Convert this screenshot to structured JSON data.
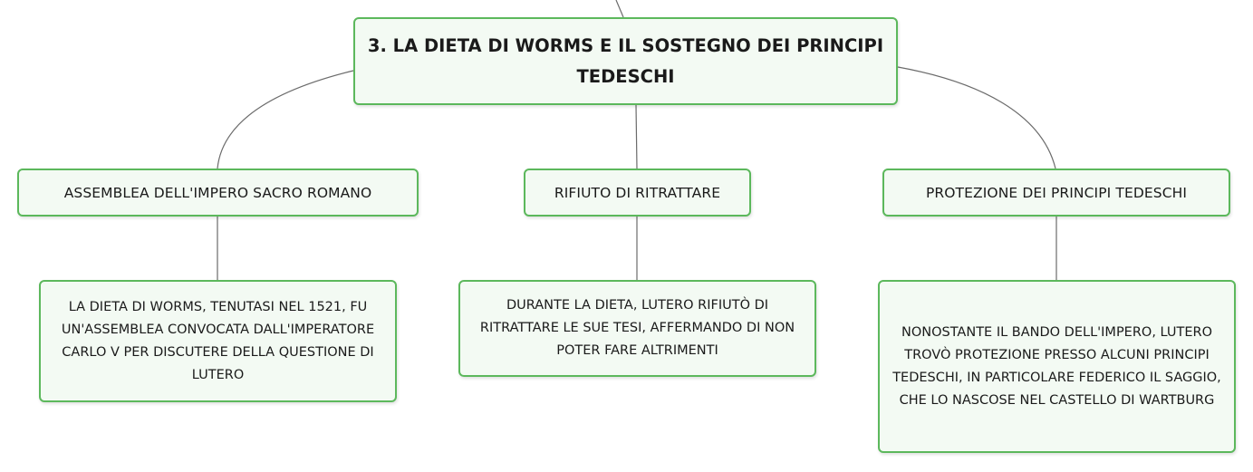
{
  "diagram": {
    "root": {
      "title": "3. LA DIETA DI WORMS E IL SOSTEGNO DEI PRINCIPI TEDESCHI"
    },
    "branches": [
      {
        "label": "ASSEMBLEA DELL'IMPERO SACRO ROMANO",
        "detail": "LA DIETA DI WORMS, TENUTASI NEL 1521, FU UN'ASSEMBLEA CONVOCATA DALL'IMPERATORE CARLO V PER DISCUTERE DELLA QUESTIONE DI LUTERO"
      },
      {
        "label": "RIFIUTO DI RITRATTARE",
        "detail": "DURANTE LA DIETA, LUTERO RIFIUTÒ DI RITRATTARE LE SUE TESI, AFFERMANDO DI NON POTER FARE ALTRIMENTI"
      },
      {
        "label": "PROTEZIONE DEI PRINCIPI TEDESCHI",
        "detail": "NONOSTANTE IL BANDO DELL'IMPERO, LUTERO TROVÒ PROTEZIONE PRESSO ALCUNI PRINCIPI TEDESCHI, IN PARTICOLARE FEDERICO IL SAGGIO, CHE LO NASCOSE NEL CASTELLO DI WARTBURG"
      }
    ],
    "colors": {
      "node_border": "#5cb85c",
      "node_fill": "#f3faf3",
      "connector": "#6b6b6b"
    }
  }
}
